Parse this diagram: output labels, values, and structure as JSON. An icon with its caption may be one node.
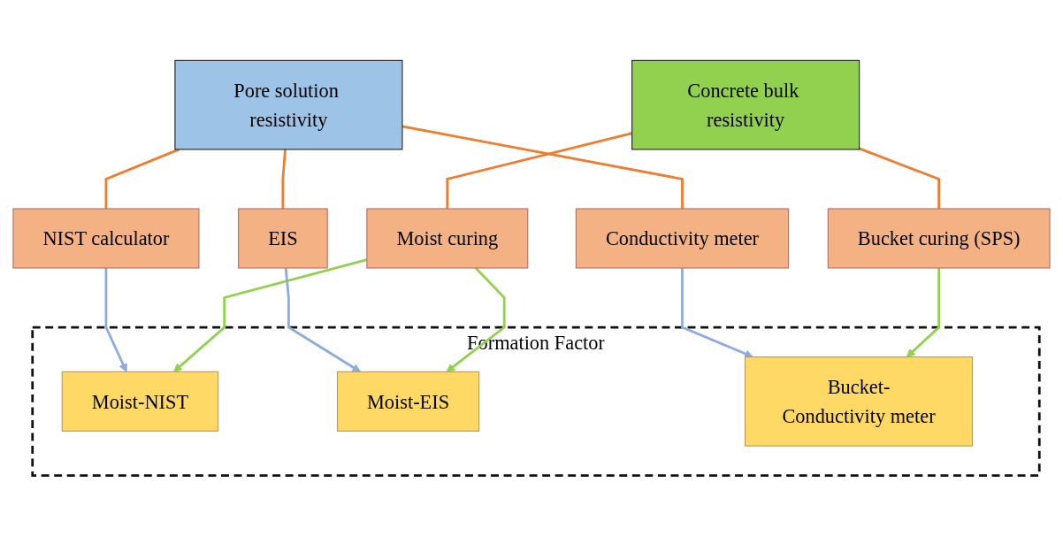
{
  "diagram": {
    "nodes": [
      {
        "text": [
          "Concrete bulk resistivity"
        ]
      },
      {
        "text": [
          "Pore solution resistivity"
        ]
      },
      {
        "text": [
          "Moist curing"
        ]
      },
      {
        "text": [
          "Bucket curing (SPS)"
        ]
      },
      {
        "text": [
          "EIS"
        ]
      },
      {
        "text": [
          "NIST calculator"
        ]
      },
      {
        "text": [
          "Conductivity meter"
        ]
      },
      {
        "text": [
          "Formation Factor"
        ]
      },
      {
        "text": [
          "Moist-NIST"
        ],
        "in": 7
      },
      {
        "text": [
          "Moist-EIS"
        ],
        "in": 7
      },
      {
        "text": [
          "Bucket-Conductivity meter"
        ],
        "in": 7
      }
    ],
    "edges": [
      {
        "from": 0,
        "to": 2,
        "arrow": "none"
      },
      {
        "from": 0,
        "to": 3,
        "arrow": "none"
      },
      {
        "from": 1,
        "to": 4,
        "arrow": "none"
      },
      {
        "from": 1,
        "to": 5,
        "arrow": "none"
      },
      {
        "from": 1,
        "to": 6,
        "arrow": "none"
      },
      {
        "from": 2,
        "to": 8,
        "arrow": "to",
        "color": "#92d050"
      },
      {
        "from": 2,
        "to": 9,
        "arrow": "to",
        "color": "#92d050"
      },
      {
        "from": 3,
        "to": 10,
        "arrow": "to",
        "color": "#92d050"
      },
      {
        "from": 5,
        "to": 8,
        "arrow": "to",
        "color": "#8faadc"
      },
      {
        "from": 4,
        "to": 9,
        "arrow": "to",
        "color": "#8faadc"
      },
      {
        "from": 6,
        "to": 10,
        "arrow": "to",
        "color": "#8faadc"
      }
    ]
  }
}
